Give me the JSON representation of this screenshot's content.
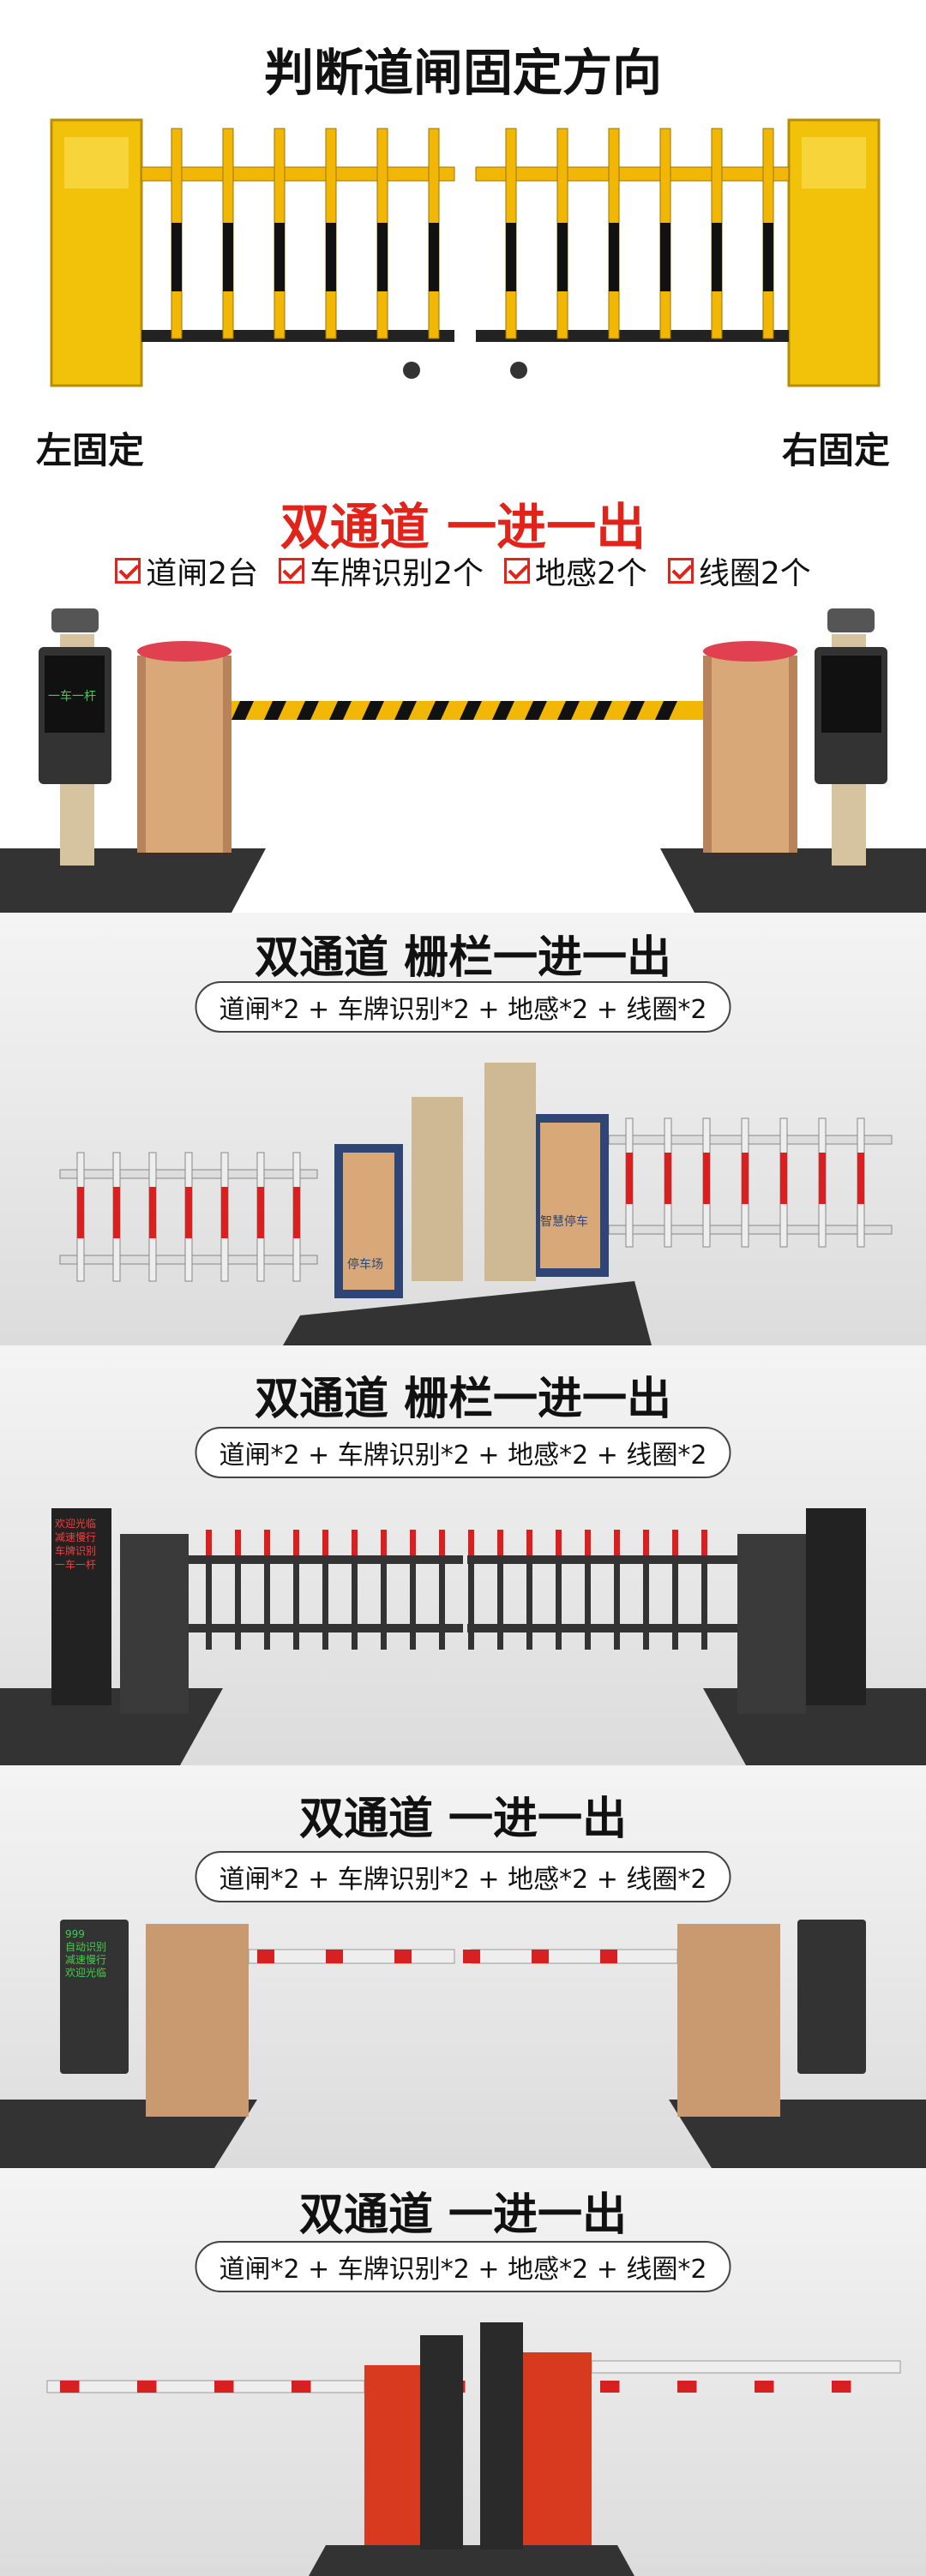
{
  "section1": {
    "title": "判断道闸固定方向",
    "left_label": "左固定",
    "right_label": "右固定"
  },
  "section2": {
    "title": "双通道 一进一出",
    "checks": [
      "道闸2台",
      "车牌识别2个",
      "地感2个",
      "线圈2个"
    ],
    "display_text": "一车一杆"
  },
  "section3": {
    "title": "双通道 栅栏一进一出",
    "spec": "道闸*2 + 车牌识别*2 + 地感*2 + 线圈*2",
    "sign_left": "停车场",
    "sign_right": "智慧停车"
  },
  "section4": {
    "title": "双通道 栅栏一进一出",
    "spec": "道闸*2 + 车牌识别*2 + 地感*2 + 线圈*2",
    "display_lines": [
      "欢迎光临",
      "减速慢行",
      "车牌识别",
      "一车一杆"
    ]
  },
  "section5": {
    "title": "双通道 一进一出",
    "spec": "道闸*2 + 车牌识别*2 + 地感*2 + 线圈*2",
    "display_lines": [
      "999",
      "自动识别",
      "减速慢行",
      "欢迎光临"
    ]
  },
  "section6": {
    "title": "双通道 一进一出",
    "spec": "道闸*2 + 车牌识别*2 + 地感*2 + 线圈*2"
  },
  "colors": {
    "title_red": "#e2231a",
    "barrier_yellow": "#f2b705",
    "hazard_black": "#111111",
    "arm_red": "#d82020"
  }
}
